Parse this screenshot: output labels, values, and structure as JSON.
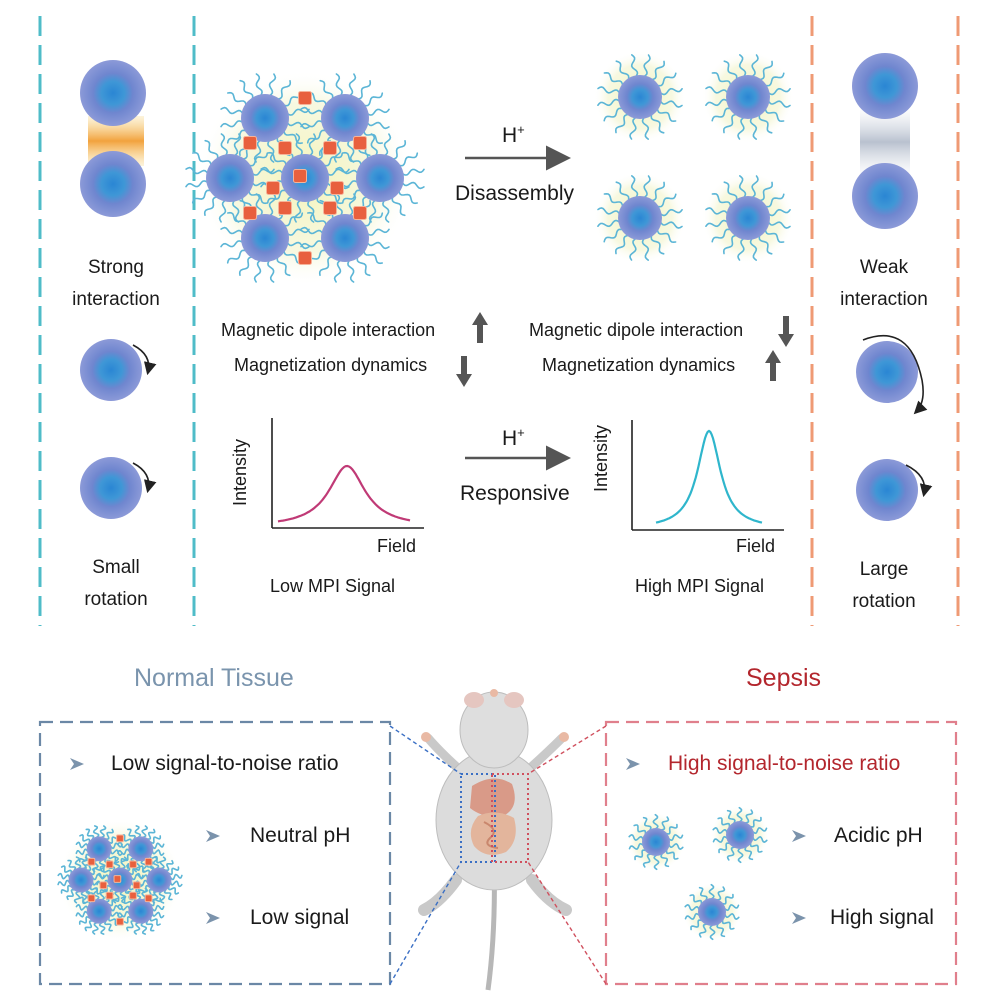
{
  "colors": {
    "teal": "#4fbcc8",
    "orange": "#ef9a74",
    "normal_box": "#6b88a6",
    "sepsis_box": "#e07f8c",
    "normal_title": "#7a94ad",
    "sepsis_title": "#b3262d",
    "low_curve": "#c03a76",
    "high_curve": "#2fb6cc",
    "core_outer": "#6f86cf",
    "core_inner": "#3f97d6",
    "chain": "#5bb5d6",
    "linker": "#e8603e"
  },
  "left_panel": {
    "strong": "Strong",
    "interaction": "interaction",
    "small": "Small",
    "rotation": "rotation"
  },
  "right_panel": {
    "weak": "Weak",
    "interaction": "interaction",
    "large": "Large",
    "rotation": "rotation"
  },
  "center": {
    "h_plus": "H",
    "plus": "+",
    "disassembly": "Disassembly",
    "responsive": "Responsive",
    "dipole_left": "Magnetic dipole interaction",
    "dynamics_left": "Magnetization dynamics",
    "dipole_right": "Magnetic dipole interaction",
    "dynamics_right": "Magnetization dynamics"
  },
  "plots": {
    "y_label": "Intensity",
    "x_label": "Field",
    "low_caption": "Low MPI Signal",
    "high_caption": "High MPI Signal"
  },
  "bottom": {
    "normal_title": "Normal Tissue",
    "sepsis_title": "Sepsis",
    "normal_items": [
      "Low signal-to-noise ratio",
      "Neutral pH",
      "Low signal"
    ],
    "sepsis_items": [
      "High signal-to-noise ratio",
      "Acidic pH",
      "High signal"
    ]
  },
  "icons": {
    "bullet": "chevron-arrow-icon",
    "arrow_up": "up-arrow-icon",
    "arrow_down": "down-arrow-icon",
    "rotate": "rotation-arrow-icon",
    "mouse": "mouse-icon"
  }
}
